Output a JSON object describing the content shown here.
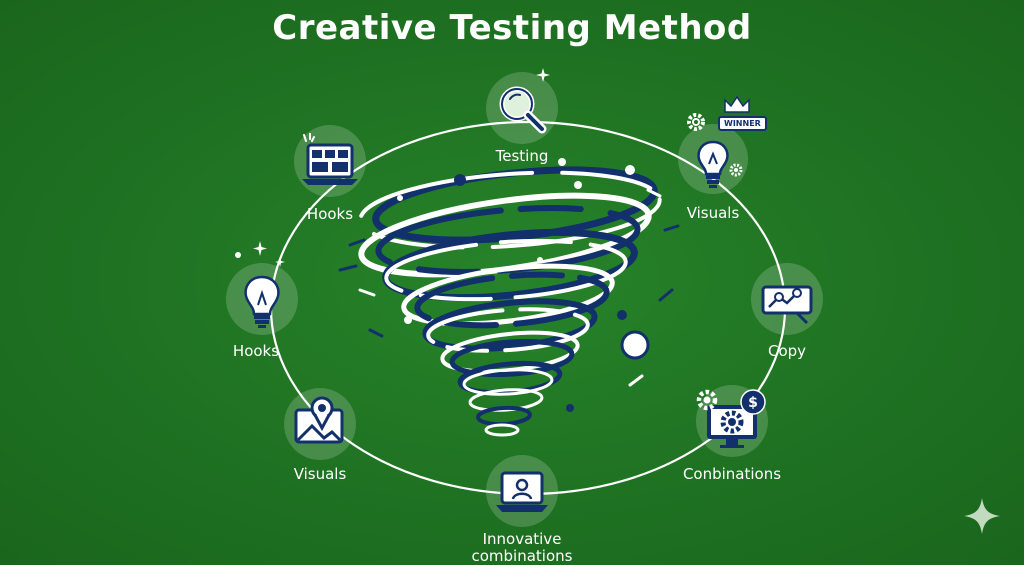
{
  "title": "Creative Testing Method",
  "nodes": [
    {
      "id": "testing",
      "label": "Testing",
      "icon": "magnifier-icon"
    },
    {
      "id": "visuals-top",
      "label": "Visuals",
      "icon": "lightbulb-winner-icon",
      "badge": "WINNER"
    },
    {
      "id": "copy",
      "label": "Copy",
      "icon": "analytics-board-icon"
    },
    {
      "id": "conbinations",
      "label": "Conbinations",
      "icon": "gear-monitor-icon"
    },
    {
      "id": "innovative",
      "label": "Innovative combinations",
      "icon": "person-laptop-icon"
    },
    {
      "id": "visuals-bottom",
      "label": "Visuals",
      "icon": "image-pin-icon"
    },
    {
      "id": "hooks-left",
      "label": "Hooks",
      "icon": "lightbulb-icon"
    },
    {
      "id": "hooks-top",
      "label": "Hooks",
      "icon": "layout-laptop-icon"
    }
  ],
  "colors": {
    "background": "#1f7222",
    "navy": "#12306b",
    "white": "#ffffff",
    "node_fill": "rgba(255,255,255,0.18)"
  }
}
